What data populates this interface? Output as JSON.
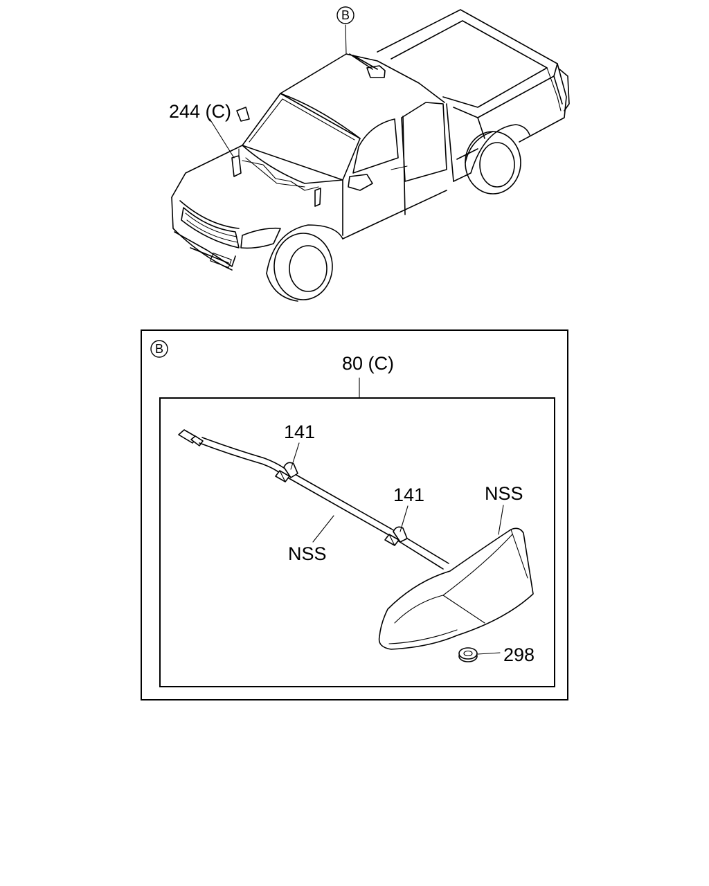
{
  "diagram": {
    "top_view": {
      "detail_marker": "B",
      "callout_244": "244 (C)"
    },
    "detail_box": {
      "marker": "B",
      "assembly_label": "80 (C)",
      "clip_label_upper": "141",
      "clip_label_lower": "141",
      "cable_label": "NSS",
      "antenna_label": "NSS",
      "grommet_label": "298"
    }
  }
}
